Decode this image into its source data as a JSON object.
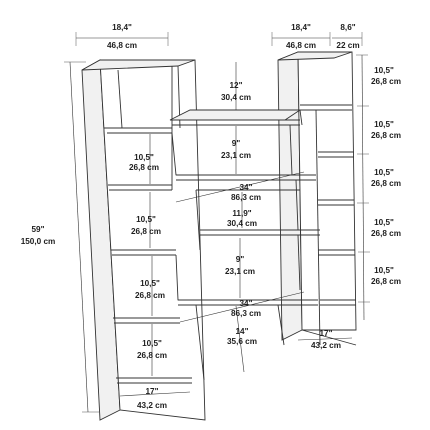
{
  "labels": {
    "top_left_width_in": "18,4\"",
    "top_left_width_cm": "46,8 cm",
    "top_right_width_in": "18,4\"",
    "top_right_width_cm": "46,8 cm",
    "top_depth_in": "8,6\"",
    "top_depth_cm": "22 cm",
    "total_height_in": "59\"",
    "total_height_cm": "150,0 cm",
    "gap_top_in": "12\"",
    "gap_top_cm": "30,4 cm",
    "mid_shelf_1_in": "9\"",
    "mid_shelf_1_cm": "23,1 cm",
    "wide_1_in": "34\"",
    "wide_1_cm": "86,3 cm",
    "mid_gap_in": "11,9\"",
    "mid_gap_cm": "30,4 cm",
    "mid_shelf_2_in": "9\"",
    "mid_shelf_2_cm": "23,1 cm",
    "wide_2_in": "34\"",
    "wide_2_cm": "86,3 cm",
    "bottom_gap_in": "14\"",
    "bottom_gap_cm": "35,6 cm",
    "left_cell_in": "10,5\"",
    "left_cell_cm": "26,8 cm",
    "right_cell_in": "10,5\"",
    "right_cell_cm": "26,8 cm",
    "bottom_left_width_in": "17\"",
    "bottom_left_width_cm": "43,2 cm",
    "bottom_right_width_in": "17\"",
    "bottom_right_width_cm": "43,2 cm"
  }
}
